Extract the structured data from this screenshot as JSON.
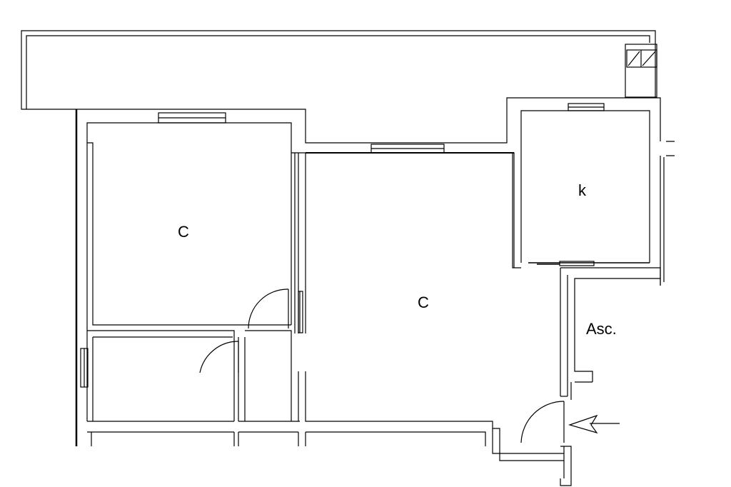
{
  "rooms": {
    "room_1": "C",
    "room_2": "C",
    "room_3": "k",
    "room_4": "Asc."
  },
  "colors": {
    "line": "#000000",
    "background": "#ffffff",
    "glass": "#d9d9d9"
  }
}
